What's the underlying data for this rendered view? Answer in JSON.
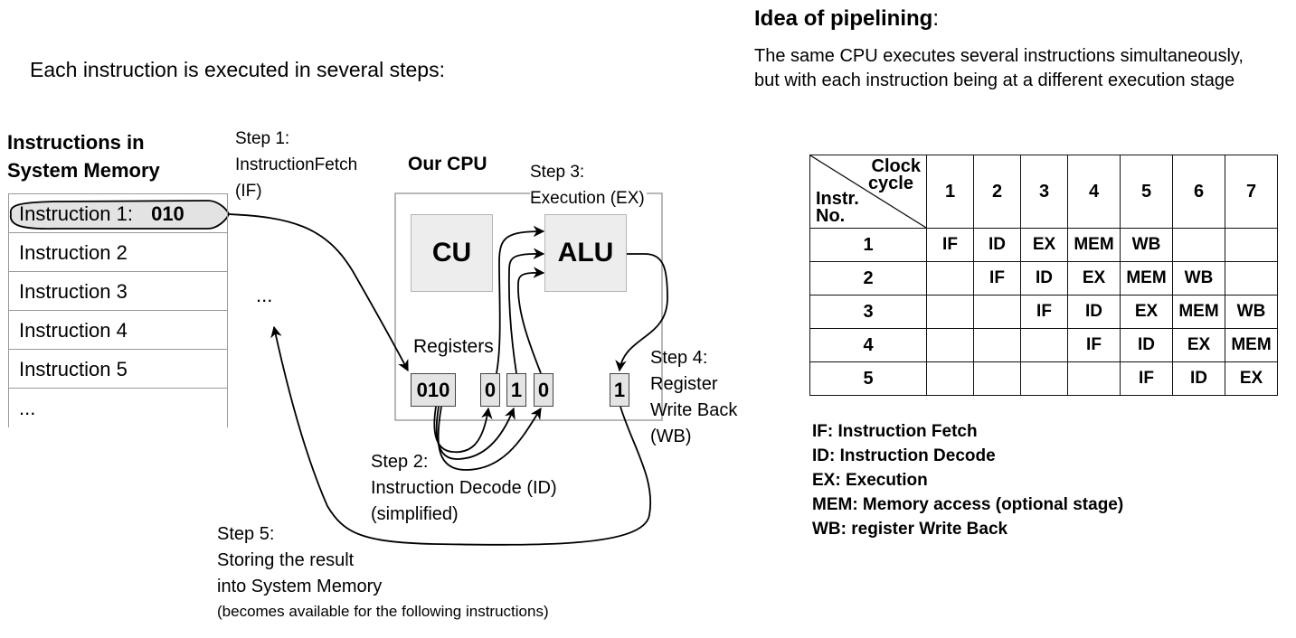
{
  "left": {
    "heading": "Each instruction is executed in several steps:",
    "memory_title_line1": "Instructions in",
    "memory_title_line2": "System Memory",
    "memory_rows": [
      {
        "label": "Instruction 1:",
        "code": "010",
        "highlighted": true
      },
      {
        "label": "Instruction 2"
      },
      {
        "label": "Instruction 3"
      },
      {
        "label": "Instruction 4"
      },
      {
        "label": "Instruction 5"
      },
      {
        "label": "..."
      }
    ],
    "ellipsis": "...",
    "cpu_title": "Our CPU",
    "cu_label": "CU",
    "alu_label": "ALU",
    "registers_label": "Registers",
    "registers": [
      "010",
      "0",
      "1",
      "0",
      "1"
    ],
    "steps": {
      "step1": [
        "Step 1:",
        "InstructionFetch",
        "(IF)"
      ],
      "step2": [
        "Step 2:",
        "Instruction Decode (ID)",
        "(simplified)"
      ],
      "step3": [
        "Step 3:",
        "Execution (EX)"
      ],
      "step4": [
        "Step 4:",
        "Register",
        "Write Back",
        "(WB)"
      ],
      "step5": [
        "Step 5:",
        "Storing the result",
        "into System Memory"
      ],
      "step5_note": "(becomes available for the following instructions)"
    }
  },
  "right": {
    "title": "Idea of pipelining",
    "title_colon": ":",
    "desc_line1": "The same CPU executes several instructions simultaneously,",
    "desc_line2": "but with each instruction being at a different execution stage",
    "table": {
      "corner_top_line1": "Clock",
      "corner_top_line2": "cycle",
      "corner_bottom_line1": "Instr.",
      "corner_bottom_line2": "No.",
      "columns": [
        "1",
        "2",
        "3",
        "4",
        "5",
        "6",
        "7"
      ],
      "rows": [
        {
          "instr": "1",
          "cells": [
            "IF",
            "ID",
            "EX",
            "MEM",
            "WB",
            "",
            ""
          ]
        },
        {
          "instr": "2",
          "cells": [
            "",
            "IF",
            "ID",
            "EX",
            "MEM",
            "WB",
            ""
          ]
        },
        {
          "instr": "3",
          "cells": [
            "",
            "",
            "IF",
            "ID",
            "EX",
            "MEM",
            "WB"
          ]
        },
        {
          "instr": "4",
          "cells": [
            "",
            "",
            "",
            "IF",
            "ID",
            "EX",
            "MEM"
          ]
        },
        {
          "instr": "5",
          "cells": [
            "",
            "",
            "",
            "",
            "IF",
            "ID",
            "EX"
          ]
        }
      ]
    },
    "legend": [
      "IF: Instruction Fetch",
      "ID: Instruction Decode",
      "EX: Execution",
      "MEM: Memory access (optional stage)",
      "WB: register Write Back"
    ]
  }
}
